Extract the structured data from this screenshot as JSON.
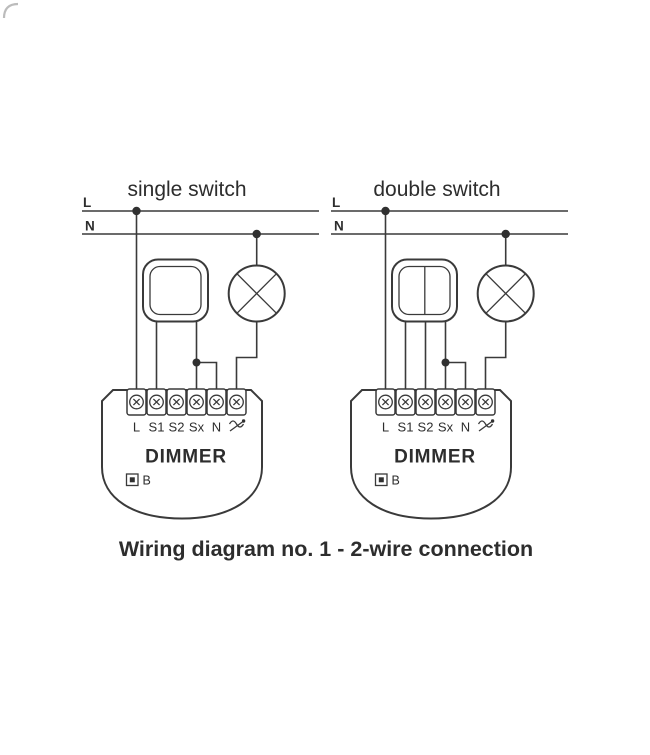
{
  "caption": "Wiring diagram no. 1 - 2-wire connection",
  "colors": {
    "line": "#3a3a3a",
    "text": "#2d2d2d",
    "background": "#ffffff"
  },
  "diagrams": [
    {
      "title": "single switch",
      "switch_type": "single switch (one rocker)",
      "power_lines": {
        "live": "L",
        "neutral": "N"
      },
      "module": {
        "name": "DIMMER",
        "terminals": [
          "L",
          "S1",
          "S2",
          "Sx",
          "N"
        ],
        "output_terminal_symbol": "dimmed-load-symbol",
        "service_button": "B"
      },
      "connections": [
        "mains L line to module terminal L",
        "switch contact 1 to S1",
        "switch contact 2 to Sx",
        "jumper from Sx wire junction to N",
        "lamp between dimmed output terminal and mains N line"
      ]
    },
    {
      "title": "double switch",
      "switch_type": "double switch (two rockers)",
      "power_lines": {
        "live": "L",
        "neutral": "N"
      },
      "module": {
        "name": "DIMMER",
        "terminals": [
          "L",
          "S1",
          "S2",
          "Sx",
          "N"
        ],
        "output_terminal_symbol": "dimmed-load-symbol",
        "service_button": "B"
      },
      "connections": [
        "mains L line to module terminal L",
        "switch pole 1 to S1",
        "switch pole 2 to S2",
        "switch common to Sx",
        "jumper from Sx wire junction to N",
        "lamp between dimmed output terminal and mains N line"
      ]
    }
  ]
}
